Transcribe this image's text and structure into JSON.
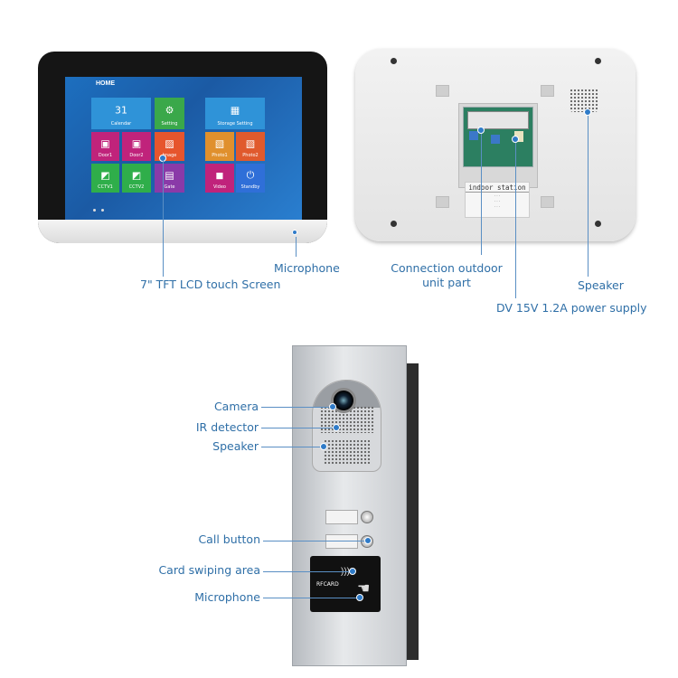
{
  "monitor": {
    "home_label": "HOME",
    "tiles": [
      {
        "label": "Calendar",
        "icon": "calendar-icon",
        "glyph": "31",
        "color": "#2f93d8"
      },
      {
        "label": "Setting",
        "icon": "gear-icon",
        "glyph": "⚙",
        "color": "#3aa84a"
      },
      {
        "label": "Storage Setting",
        "icon": "storage-icon",
        "glyph": "▦",
        "color": "#2f93d8"
      },
      {
        "label": "Door1",
        "icon": "door-icon",
        "glyph": "▣",
        "color": "#c0237b"
      },
      {
        "label": "Door2",
        "icon": "door-icon",
        "glyph": "▣",
        "color": "#c0237b"
      },
      {
        "label": "Image",
        "icon": "image-icon",
        "glyph": "▨",
        "color": "#e6552d"
      },
      {
        "label": "Photo1",
        "icon": "photo-icon",
        "glyph": "▧",
        "color": "#e0902d"
      },
      {
        "label": "Photo2",
        "icon": "photo-icon",
        "glyph": "▧",
        "color": "#e05a2d"
      },
      {
        "label": "CCTV1",
        "icon": "cctv-icon",
        "glyph": "◩",
        "color": "#2fae4a"
      },
      {
        "label": "CCTV2",
        "icon": "cctv-icon",
        "glyph": "◩",
        "color": "#2fae4a"
      },
      {
        "label": "Gate",
        "icon": "gate-icon",
        "glyph": "▤",
        "color": "#8a3aa8"
      },
      {
        "label": "Video",
        "icon": "video-icon",
        "glyph": "◼",
        "color": "#c0237b"
      },
      {
        "label": "Standby",
        "icon": "power-icon",
        "glyph": "⏻",
        "color": "#2f6fd8"
      }
    ]
  },
  "back_panel": {
    "sticker_title": "indoor station",
    "sticker_lines": [
      "...",
      "...",
      "..."
    ]
  },
  "door_panel": {
    "card_text": "RFCARD"
  },
  "labels": {
    "screen": "7\" TFT LCD touch Screen",
    "microphone_top": "Microphone",
    "connection_line1": "Connection outdoor",
    "connection_line2": "unit part",
    "speaker_top": "Speaker",
    "power": "DV 15V  1.2A power supply",
    "camera": "Camera",
    "ir": "IR detector",
    "speaker_bottom": "Speaker",
    "call": "Call button",
    "card_area": "Card swiping area",
    "microphone_bottom": "Microphone"
  },
  "colors": {
    "label_text": "#2f6fa7",
    "leader_line": "#5a8fc4",
    "dot": "#2f7bc8"
  }
}
